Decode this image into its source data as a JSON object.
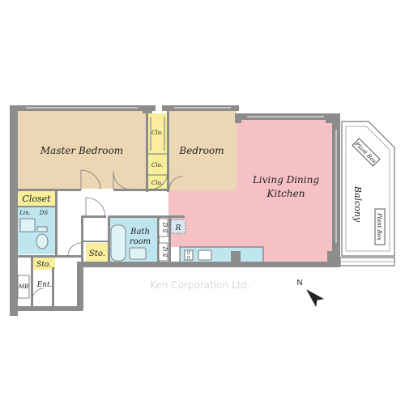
{
  "rooms": {
    "master_bedroom": "Master Bedroom",
    "bedroom": "Bedroom",
    "living_line1": "Living Dining",
    "living_line2": "Kitchen",
    "balcony": "Balcony",
    "closet": "Closet",
    "bath_line1": "Bath",
    "bath_line2": "room",
    "storage": "Sto.",
    "entrance": "Ent.",
    "mb": "MB",
    "lin": "Lin.",
    "ds": "DS",
    "ds_vertical": "D S",
    "clo": "Clo.",
    "fridge": "R",
    "plant_box": "Plant Box"
  },
  "watermark": "Ken Corporation Ltd.",
  "compass": "N",
  "colors": {
    "wall": "#8c8c8c",
    "bedroom_fill": "#ecd7b5",
    "living_fill": "#f6c1c5",
    "closet_fill": "#f8ee9c",
    "wet_fill": "#bfe6ee",
    "balcony_fill": "#ffffff"
  }
}
